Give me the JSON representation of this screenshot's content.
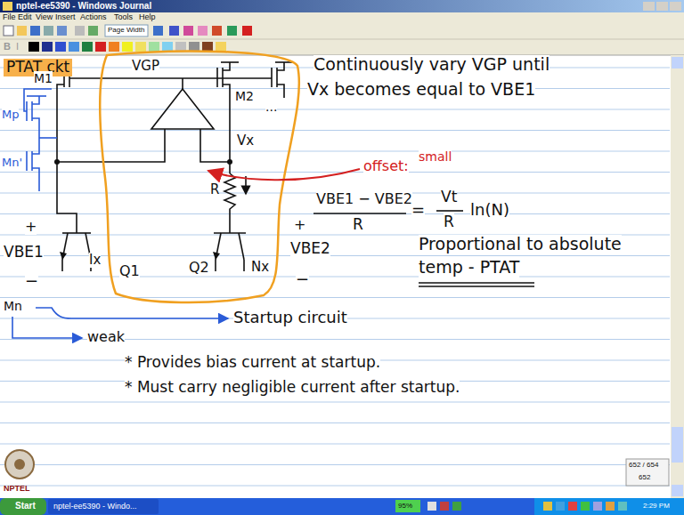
{
  "diagram": {
    "title": "PTAT ckt",
    "labels": [
      "nptel-ee5390 - Windows Journal",
      "File",
      "Edit",
      "View",
      "Insert",
      "Actions",
      "Tools",
      "Help",
      "Page Width",
      "VGP",
      "M1",
      "M2",
      "Continuously vary VGP until",
      "Vx becomes equal to VBE1",
      "Vx",
      "...",
      "Mp",
      "Mn'",
      "offset:",
      "small",
      "R",
      "VBE1 − VBE2",
      "R",
      "=",
      "Vt",
      "R",
      "ln(N)",
      "Proportional to absolute",
      "temp - PTAT",
      "+",
      "VBE1",
      "Ix",
      "Q1",
      "−",
      "Q2",
      "Nx",
      "+",
      "VBE2",
      "−",
      "Mn",
      "Startup circuit",
      "weak",
      "* Provides bias current at startup.",
      "* Must carry negligible current after startup.",
      "NPTEL",
      "652 / 654",
      "652",
      "Start",
      "nptel-ee5390 - Windo...",
      "95%",
      "2:29 PM",
      "B",
      "I"
    ]
  }
}
